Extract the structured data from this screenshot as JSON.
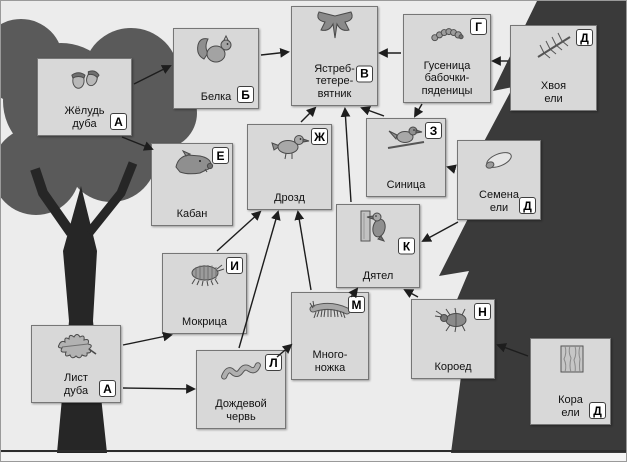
{
  "diagram": {
    "kind": "food-web",
    "nodes": [
      {
        "id": "acorn",
        "label": "Жёлудь\nдуба",
        "letter": "А",
        "icon": "acorn-icon"
      },
      {
        "id": "squirrel",
        "label": "Белка",
        "letter": "Б",
        "icon": "squirrel-icon"
      },
      {
        "id": "goshawk",
        "label": "Ястреб-\nтетере-\nвятник",
        "letter": "В",
        "icon": "hawk-icon"
      },
      {
        "id": "moth-caterpillar",
        "label": "Гусеница\nбабочки-\nпяденицы",
        "letter": "Г",
        "icon": "caterpillar-icon"
      },
      {
        "id": "spruce-needles",
        "label": "Хвоя\nели",
        "letter": "Д",
        "icon": "needles-icon"
      },
      {
        "id": "boar",
        "label": "Кабан",
        "letter": "Е",
        "icon": "boar-icon"
      },
      {
        "id": "thrush",
        "label": "Дрозд",
        "letter": "Ж",
        "icon": "thrush-icon"
      },
      {
        "id": "tit",
        "label": "Синица",
        "letter": "З",
        "icon": "tit-icon"
      },
      {
        "id": "spruce-seeds",
        "label": "Семена\nели",
        "letter": "Д",
        "icon": "seed-icon"
      },
      {
        "id": "woodlouse",
        "label": "Мокрица",
        "letter": "И",
        "icon": "woodlouse-icon"
      },
      {
        "id": "woodpecker",
        "label": "Дятел",
        "letter": "К",
        "icon": "woodpecker-icon"
      },
      {
        "id": "oak-leaf",
        "label": "Лист\nдуба",
        "letter": "А",
        "icon": "oak-leaf-icon"
      },
      {
        "id": "earthworm",
        "label": "Дождевой\nчервь",
        "letter": "Л",
        "icon": "earthworm-icon"
      },
      {
        "id": "millipede",
        "label": "Много-\nножка",
        "letter": "М",
        "icon": "millipede-icon"
      },
      {
        "id": "bark-beetle",
        "label": "Короед",
        "letter": "Н",
        "icon": "bark-beetle-icon"
      },
      {
        "id": "spruce-bark",
        "label": "Кора\nели",
        "letter": "Д",
        "icon": "bark-icon"
      }
    ],
    "edges": [
      {
        "from": "acorn",
        "to": "squirrel"
      },
      {
        "from": "squirrel",
        "to": "goshawk"
      },
      {
        "from": "acorn",
        "to": "boar"
      },
      {
        "from": "thrush",
        "to": "goshawk"
      },
      {
        "from": "tit",
        "to": "goshawk"
      },
      {
        "from": "woodpecker",
        "to": "goshawk"
      },
      {
        "from": "moth-caterpillar",
        "to": "goshawk"
      },
      {
        "from": "spruce-needles",
        "to": "moth-caterpillar"
      },
      {
        "from": "moth-caterpillar",
        "to": "tit"
      },
      {
        "from": "spruce-seeds",
        "to": "tit"
      },
      {
        "from": "spruce-seeds",
        "to": "woodpecker"
      },
      {
        "from": "bark-beetle",
        "to": "woodpecker"
      },
      {
        "from": "spruce-bark",
        "to": "bark-beetle"
      },
      {
        "from": "oak-leaf",
        "to": "woodlouse"
      },
      {
        "from": "oak-leaf",
        "to": "earthworm"
      },
      {
        "from": "earthworm",
        "to": "millipede"
      },
      {
        "from": "woodlouse",
        "to": "thrush"
      },
      {
        "from": "earthworm",
        "to": "thrush"
      },
      {
        "from": "millipede",
        "to": "thrush"
      },
      {
        "from": "millipede",
        "to": "woodpecker"
      }
    ],
    "colors": {
      "page_bg": "#ececec",
      "box_bg": "#d8d8d8",
      "oak_canopy": "#5a5a5a",
      "oak_trunk": "#262626",
      "spruce": "#3a3a3a",
      "arrow": "#1d1d1d"
    }
  }
}
